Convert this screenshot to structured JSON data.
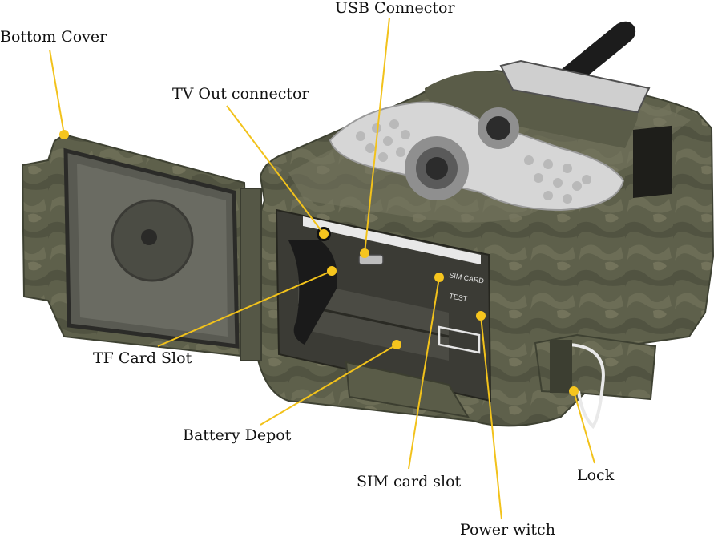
{
  "labels": {
    "usb_connector": "USB Connector",
    "bottom_cover": "Bottom Cover",
    "tv_out": "TV Out connector",
    "tf_card_slot": "TF Card Slot",
    "battery_depot": "Battery Depot",
    "sim_card_slot": "SIM card slot",
    "power_switch": "Power witch",
    "lock": "Lock"
  },
  "device_markings": {
    "sim_card": "SIM CARD",
    "test": "TEST"
  },
  "colors": {
    "leader": "#f2c21b",
    "dot": "#f6c51e",
    "camo_dark": "#4a4f3c",
    "camo_mid": "#6b6d55",
    "camo_light": "#8c8a70",
    "lens_panel": "#d8d8d8"
  }
}
